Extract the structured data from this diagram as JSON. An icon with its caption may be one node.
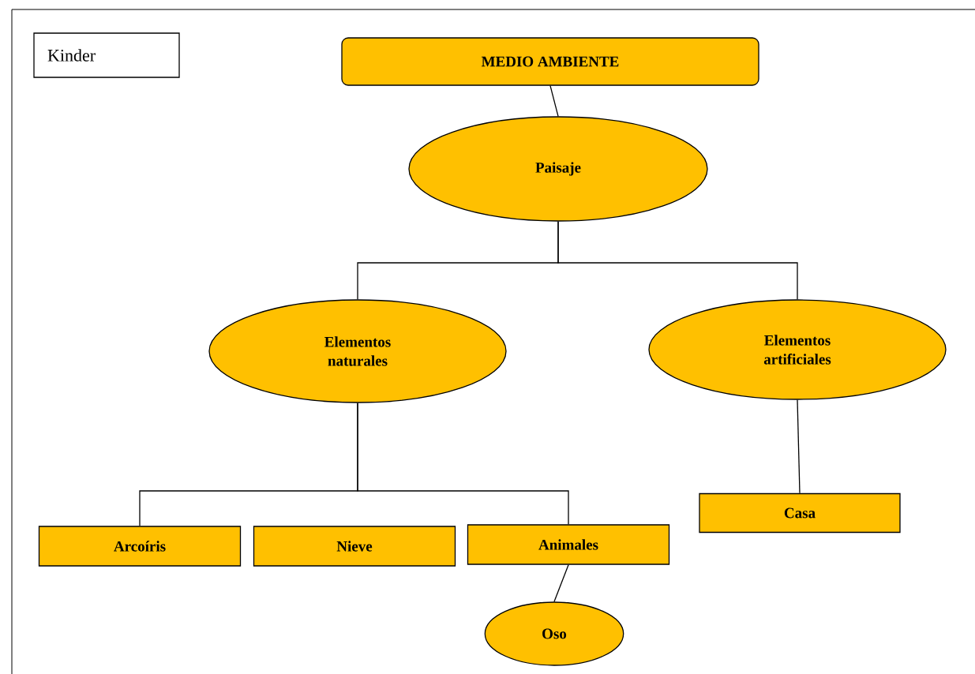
{
  "diagram": {
    "nodes": [
      {
        "text": [
          "Kinder"
        ]
      },
      {
        "text": [
          "MEDIO AMBIENTE"
        ]
      },
      {
        "text": [
          "Paisaje"
        ]
      },
      {
        "text": [
          "Elementos naturales"
        ]
      },
      {
        "text": [
          "Elementos artificiales"
        ]
      },
      {
        "text": [
          "Arcoíris"
        ]
      },
      {
        "text": [
          "Nieve"
        ]
      },
      {
        "text": [
          "Animales"
        ]
      },
      {
        "text": [
          "Casa"
        ]
      },
      {
        "text": [
          "Oso"
        ]
      }
    ],
    "edges": [
      {
        "from": 1,
        "to": 2,
        "arrow": "none"
      },
      {
        "from": 2,
        "to": 3,
        "arrow": "none"
      },
      {
        "from": 2,
        "to": 4,
        "arrow": "none"
      },
      {
        "from": 3,
        "to": 5,
        "arrow": "none"
      },
      {
        "from": 3,
        "to": 7,
        "arrow": "none"
      },
      {
        "from": 4,
        "to": 8,
        "arrow": "none"
      },
      {
        "from": 7,
        "to": 9,
        "arrow": "none"
      }
    ]
  }
}
